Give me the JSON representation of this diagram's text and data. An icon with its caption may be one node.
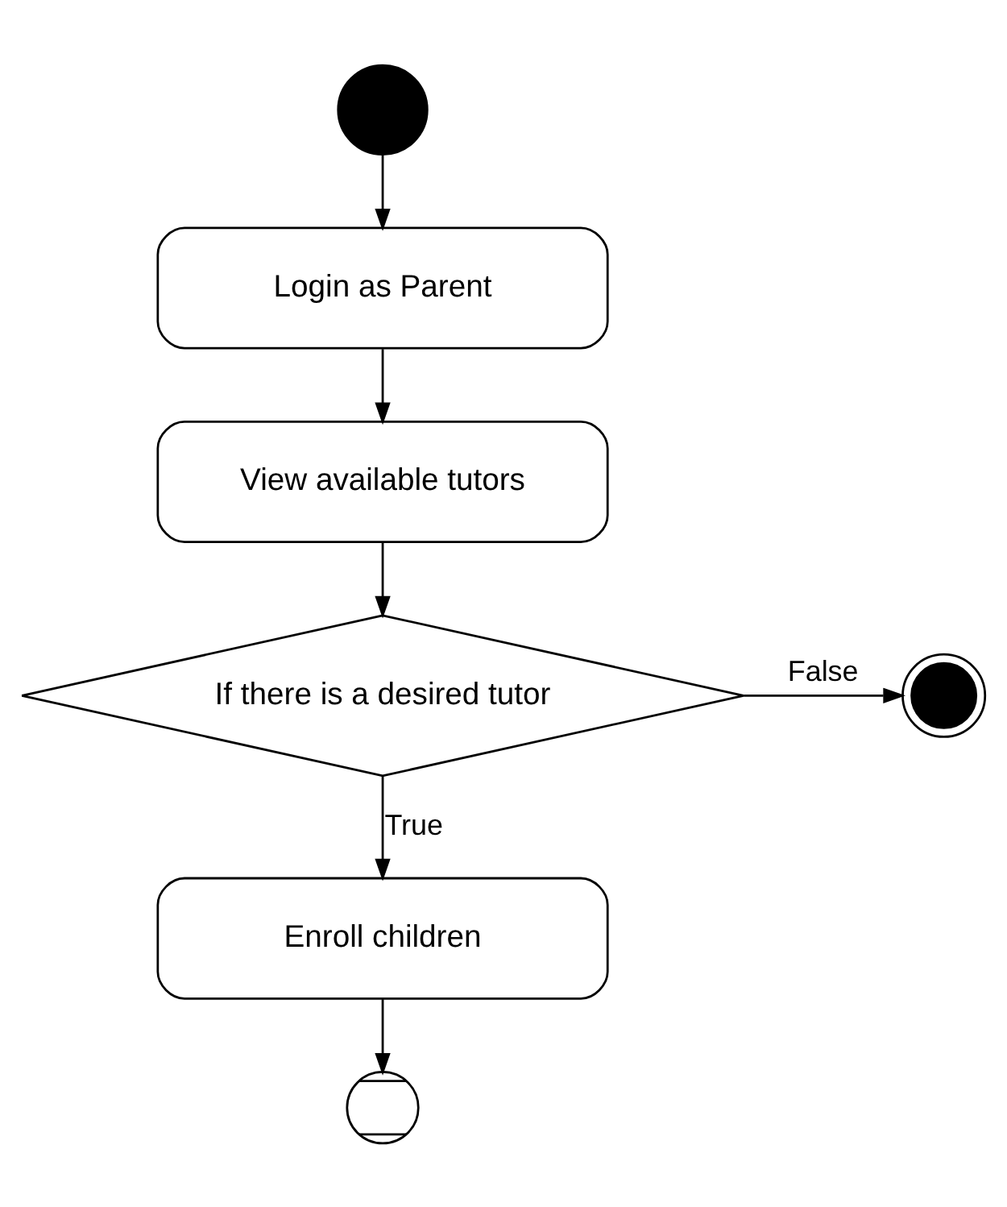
{
  "diagram": {
    "nodes": [
      {
        "text": [],
        "shape": "circle"
      },
      {
        "text": [
          "Login as Parent"
        ]
      },
      {
        "text": [
          "View available tutors"
        ]
      },
      {
        "text": [
          "If there is a desired tutor"
        ]
      },
      {
        "text": [],
        "shape": "circle"
      },
      {
        "text": [
          "Enroll children"
        ]
      },
      {
        "text": [],
        "shape": "circle"
      }
    ],
    "edges": [
      {
        "from": 0,
        "to": 1,
        "arrow": "to"
      },
      {
        "from": 1,
        "to": 2,
        "arrow": "to"
      },
      {
        "from": 2,
        "to": 3,
        "arrow": "to"
      },
      {
        "from": 3,
        "to": 4,
        "arrow": "to",
        "label": "False"
      },
      {
        "from": 3,
        "to": 5,
        "arrow": "to",
        "label": "True"
      },
      {
        "from": 5,
        "to": 6,
        "arrow": "to"
      }
    ]
  }
}
